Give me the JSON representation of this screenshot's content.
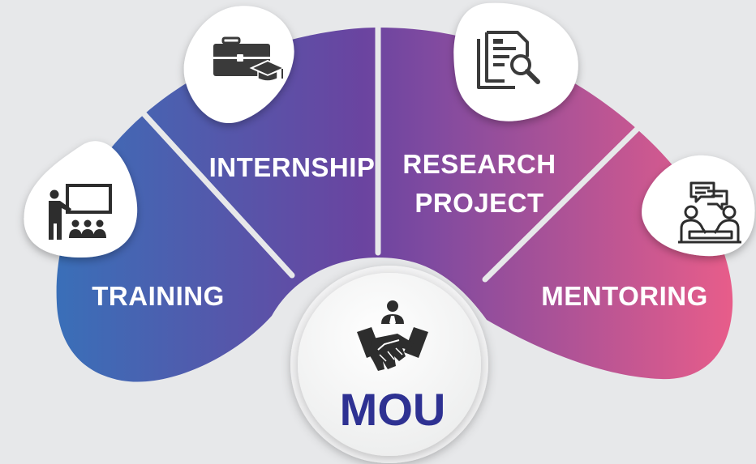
{
  "segments": {
    "training": {
      "label": "TRAINING",
      "icon": "presentation-icon"
    },
    "internship": {
      "label": "INTERNSHIP",
      "icon": "briefcase-graduation-cap-icon"
    },
    "research": {
      "label_line1": "RESEARCH",
      "label_line2": "PROJECT",
      "icon": "document-search-icon"
    },
    "mentoring": {
      "label": "MENTORING",
      "icon": "meeting-chat-icon"
    }
  },
  "center": {
    "label": "MOU",
    "icon": "handshake-icon"
  },
  "colors": {
    "gradient_start": "#3a6fb8",
    "gradient_mid": "#6a44a0",
    "gradient_end": "#e85d8a",
    "center_text": "#2e3192",
    "background": "#e7e8ea"
  }
}
